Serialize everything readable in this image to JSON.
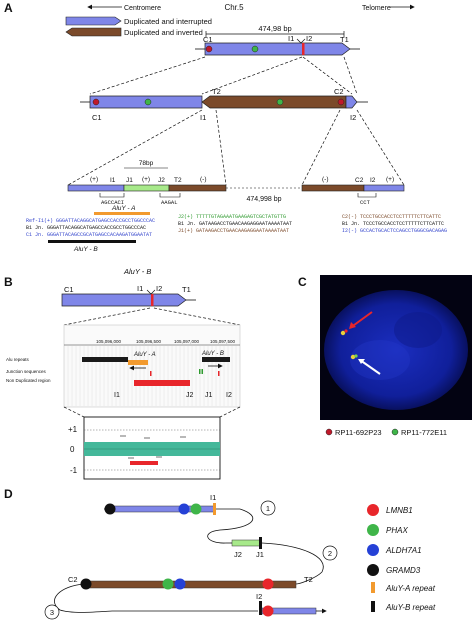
{
  "panel_a": {
    "label": "A",
    "centromere": "Centromere",
    "chromosome": "Chr.5",
    "telomere": "Telomere",
    "legend_dup_interrupted": "Duplicated and interrupted",
    "legend_dup_inverted": "Duplicated and inverted",
    "size_top": "474,98 bp",
    "size_bottom": "474,998 bp",
    "gap_78": "78bp",
    "c1": "C1",
    "i1": "I1",
    "i2": "I2",
    "t1": "T1",
    "t2": "T2",
    "c2": "C2",
    "j1": "J1",
    "j2": "J2",
    "plus": "(+)",
    "minus": "(-)",
    "seq_agcc": "AGCCACI",
    "seq_aaga": "AAGAL",
    "seq_cct": "CCT",
    "aluy_a": "AluY - A",
    "aluy_b": "AluY - B",
    "seq_left": [
      "Ref-I1(+) GGGATTACAGGCATGAGCCACCGCCTGGCCCAC",
      "B1 Jn. GGGATTACAGGCATGAGCCACCGCCTGGCCCAC",
      "C1 Jn. GGGATTACAGCCGCATGAGCCACAAGATGGAATAT"
    ],
    "seq_mid": [
      "J2(+) TTTTTGTAGAAATGAAGAGTCGCTATGTTG",
      "B1 Jn. GATAAGACCTGAACAAGAGGAATAAAATAAT",
      "J1(+) GATAAGACCTGAACAAGAGGAATAAAATAAT"
    ],
    "seq_right": [
      "C2(-) TCCCTGCCACCTCCTTTTTCTTCATTC",
      "B1 Jn. TCCCTGCCACCTCCTTTTTCTTCATTC",
      "I2(-) GCCACTGCACTCCAGCCTGGGCGACAGAG"
    ]
  },
  "panel_b": {
    "label": "B",
    "aluy_b": "AluY - B",
    "c1": "C1",
    "i1": "I1",
    "i2": "I2",
    "t1": "T1",
    "aluy_a": "AluY - A",
    "coords": [
      "105,096,000",
      "105,096,500",
      "105,097,000",
      "105,097,500"
    ],
    "track_alu": "Alu repeats",
    "track_junction": "Junction sequences",
    "track_dup": "Non Duplicated region",
    "bottom_i1": "I1",
    "bottom_j2": "J2",
    "bottom_j1": "J1",
    "bottom_i2": "I2",
    "y_ticks": [
      "+1",
      "0",
      "-1"
    ]
  },
  "panel_c": {
    "label": "C",
    "probe1": "RP11-692P23",
    "probe2": "RP11-772E11"
  },
  "panel_d": {
    "label": "D",
    "i1": "I1",
    "j1": "J1",
    "j2": "J2",
    "c2": "C2",
    "t2": "T2",
    "i2": "I2",
    "step1": "1",
    "step2": "2",
    "step3": "3",
    "legend": [
      {
        "name": "LMNB1",
        "color": "#e8262b"
      },
      {
        "name": "PHAX",
        "color": "#3fb549"
      },
      {
        "name": "ALDH7A1",
        "color": "#2541d6"
      },
      {
        "name": "GRAMD3",
        "color": "#111111"
      }
    ],
    "repeat_a": "AluY-A repeat",
    "repeat_b": "AluY-B repeat"
  },
  "colors": {
    "blue_seg": "#7f86e8",
    "brown_seg": "#7b4a2a",
    "green_seg": "#a7e98a",
    "orange": "#f29a2e",
    "teal": "#44b89a",
    "red": "#e8262b"
  }
}
